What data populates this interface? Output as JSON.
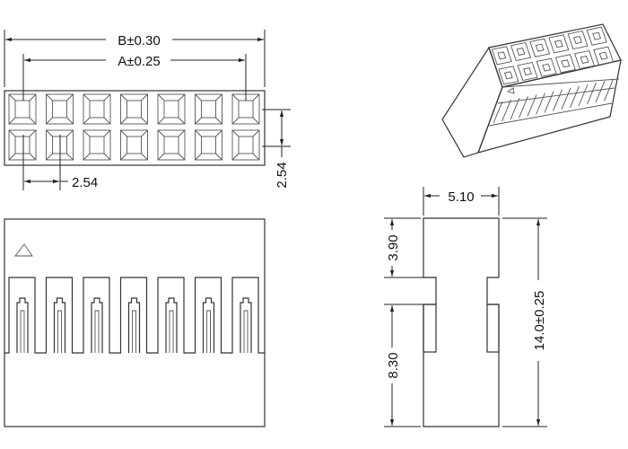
{
  "drawing": {
    "top_view": {
      "dimension_b": "B±0.30",
      "dimension_a": "A±0.25",
      "row_pitch": "2.54",
      "column_pitch": "2.54",
      "columns": 7,
      "rows": 2
    },
    "side_view": {
      "width": "5.10",
      "upper_height": "3.90",
      "lower_height": "8.30",
      "total_height": "14.0±0.25"
    },
    "front_view": {
      "pin_count": 7,
      "pin1_marker": "triangle"
    },
    "isometric_view": {
      "present": true
    }
  }
}
